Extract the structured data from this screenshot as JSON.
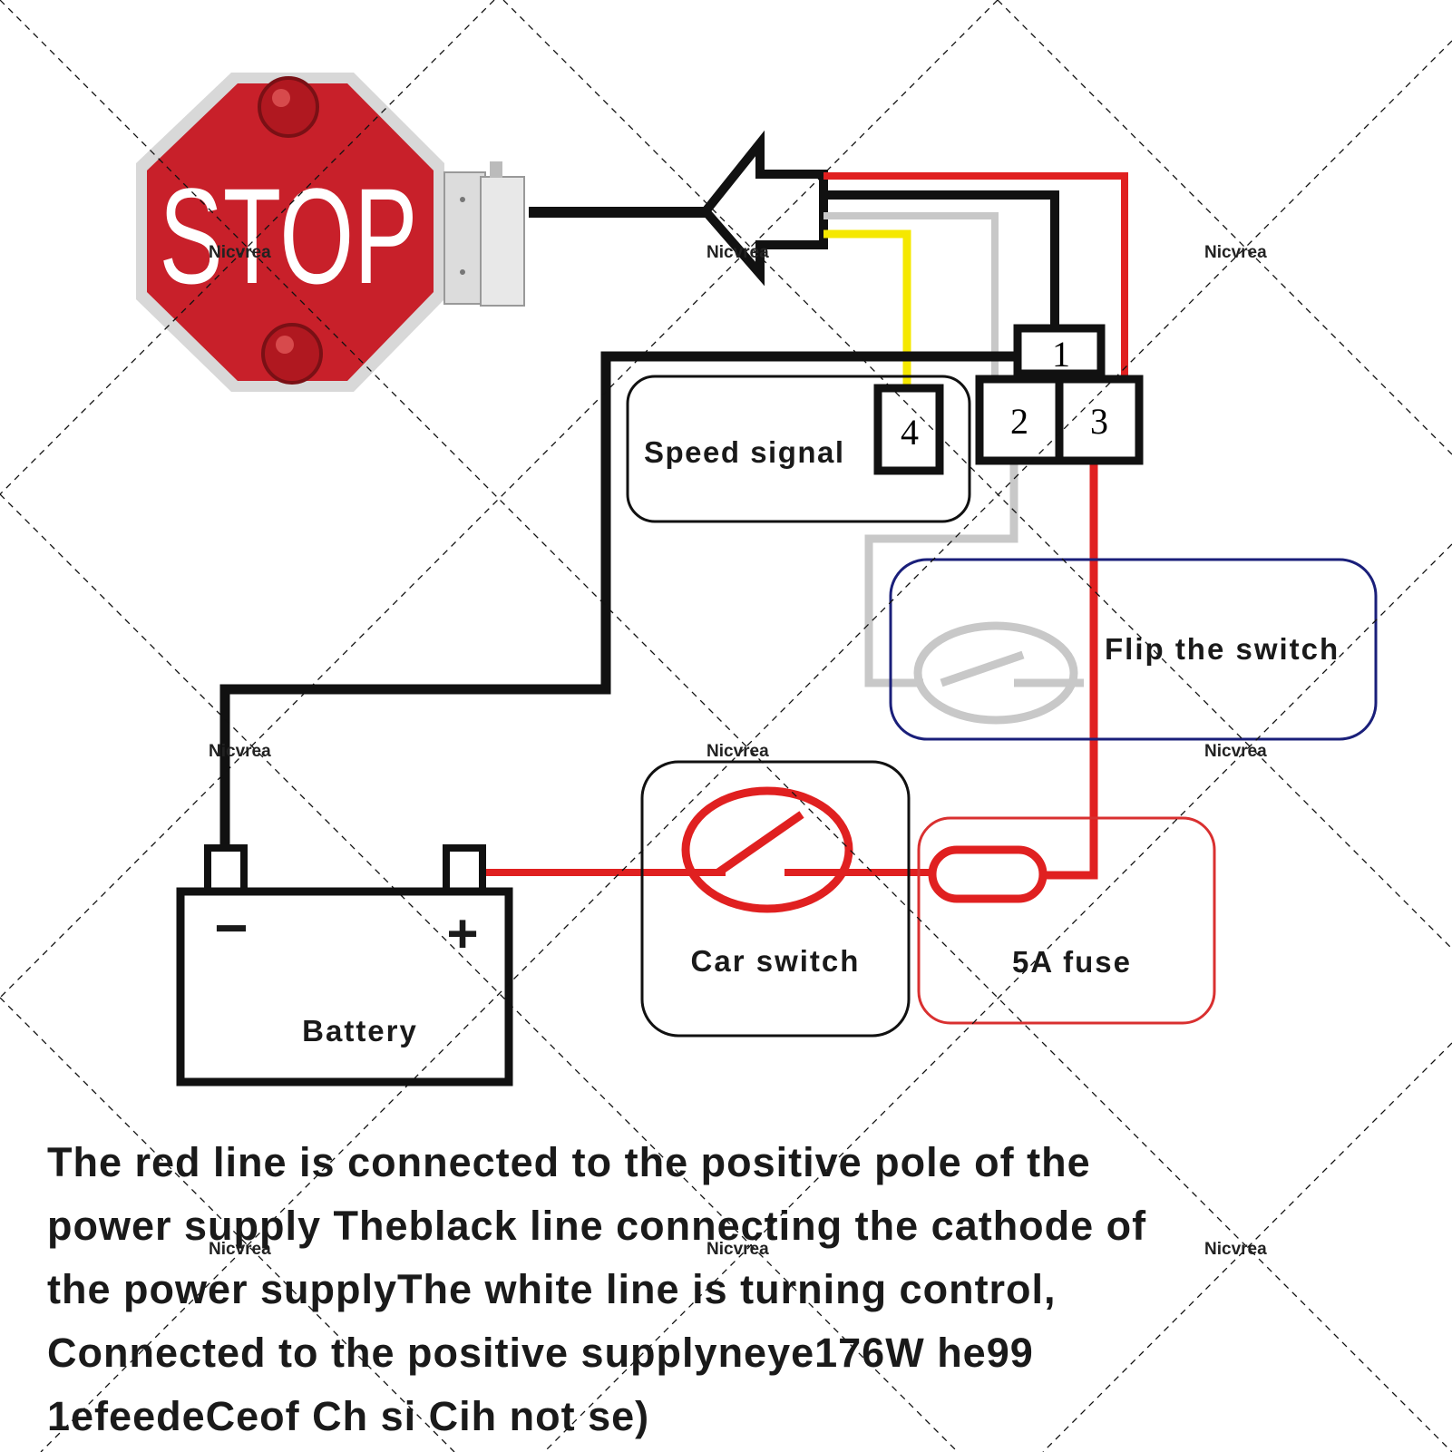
{
  "stop_sign": {
    "text": "STOP"
  },
  "components": {
    "speed_signal": "Speed signal",
    "flip_switch": "Flip the switch",
    "car_switch": "Car switch",
    "fuse": "5A fuse",
    "battery": "Battery",
    "battery_negative": "−",
    "battery_positive": "+"
  },
  "terminals": [
    "1",
    "2",
    "3",
    "4"
  ],
  "watermark": "Nicvrea",
  "caption_lines": [
    "The red line is connected to the positive pole of the",
    "power supply Theblack line connecting the cathode of",
    "the power supplyThe white line is turning control,",
    "Connected to the positive supplyneye176W he99",
    "1efeedeCeof Ch si Cih not se)"
  ],
  "colors": {
    "positive_wire": "#e02020",
    "negative_wire": "#111111",
    "control_wire": "#c8c8c8",
    "speed_wire": "#f5e800",
    "flip_switch_border": "#1a1f7a",
    "fuse_border": "#d93030",
    "stop_sign": "#c8202a"
  }
}
